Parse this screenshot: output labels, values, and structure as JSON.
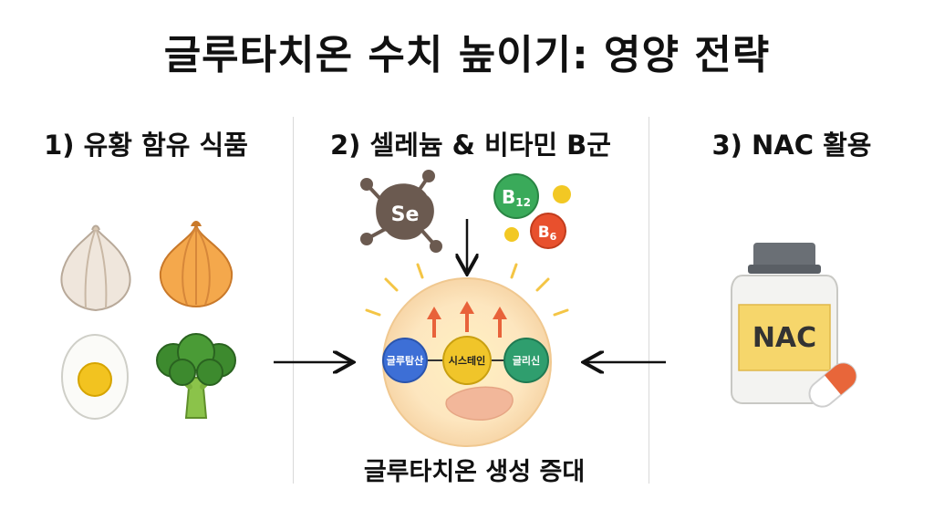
{
  "title": "글루타치온 수치 높이기: 영양 전략",
  "sections": [
    {
      "label": "1) 유황 함유 식품"
    },
    {
      "label": "2) 셀레늄 & 비타민 B군"
    },
    {
      "label": "3) NAC 활용"
    }
  ],
  "selenium": {
    "symbol": "Se"
  },
  "vitamins": [
    {
      "main": "B",
      "sub": "12"
    },
    {
      "main": "B",
      "sub": "6"
    }
  ],
  "amino_acids": [
    "글루탐산",
    "시스테인",
    "글리신"
  ],
  "nac_bottle": {
    "label": "NAC"
  },
  "caption": "글루타치온 생성 증대",
  "colors": {
    "selenium": "#6b5a50",
    "b12": "#3aaa5a",
    "b6": "#e8502d",
    "yellow_dot": "#f2c824",
    "glutamate": "#3d6fd6",
    "cysteine": "#f0c52a",
    "glycine": "#2f9e6e",
    "arrow_up": "#e8623a",
    "cell": "#fbe4c4",
    "nac_label": "#f6d66b",
    "capsule": "#e8663a"
  },
  "icons": [
    "garlic-icon",
    "onion-icon",
    "egg-icon",
    "broccoli-icon",
    "selenium-molecule-icon",
    "vitamin-b12-icon",
    "vitamin-b6-icon",
    "cell-icon",
    "nac-bottle-icon",
    "capsule-icon"
  ]
}
